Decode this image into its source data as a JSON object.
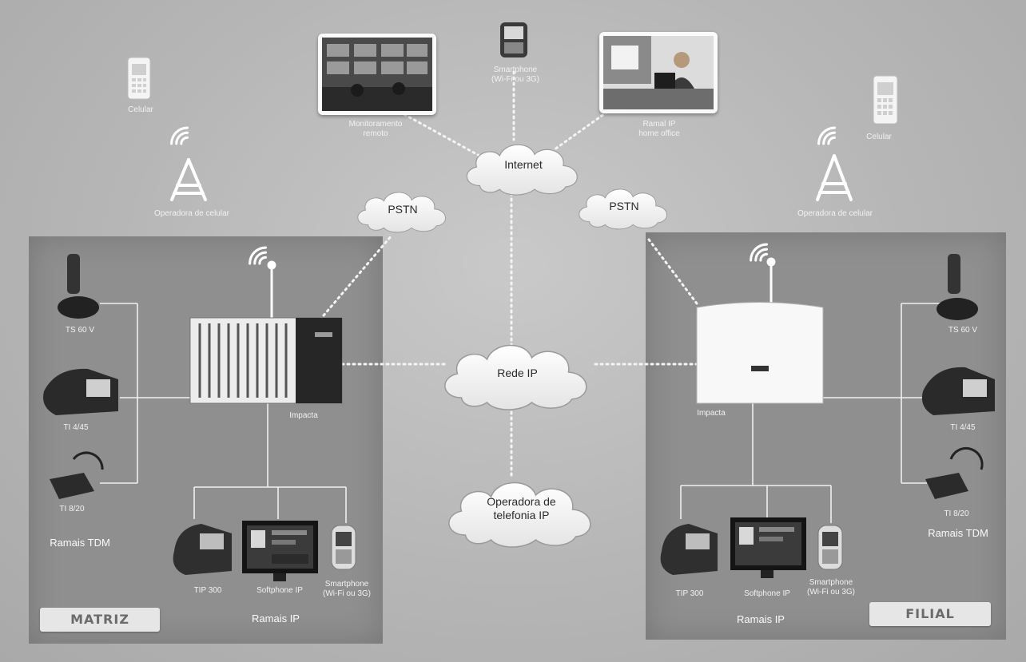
{
  "clouds": {
    "internet": "Internet",
    "pstn_left": "PSTN",
    "pstn_right": "PSTN",
    "rede_ip": "Rede IP",
    "operadora_ip_line1": "Operadora de",
    "operadora_ip_line2": "telefonia IP"
  },
  "top": {
    "celular_left": "Celular",
    "celular_right": "Celular",
    "operadora_celular_left": "Operadora de celular",
    "operadora_celular_right": "Operadora de celular",
    "monitoramento_line1": "Monitoramento",
    "monitoramento_line2": "remoto",
    "smartphone_line1": "Smartphone",
    "smartphone_line2": "(Wi-Fi ou 3G)",
    "ramal_remoto_line1": "Ramal IP",
    "ramal_remoto_line2": "home office"
  },
  "matriz": {
    "badge": "MATRIZ",
    "pbx_label": "Impacta",
    "ts_label": "TS 60 V",
    "ti_label": "TI 4/45",
    "headset_label": "TI 8/20",
    "ramais_tdm": "Ramais TDM",
    "tip_label": "TIP 300",
    "softphone_label": "Softphone IP",
    "smart_line1": "Smartphone",
    "smart_line2": "(Wi-Fi ou 3G)",
    "ramais_ip": "Ramais IP"
  },
  "filial": {
    "badge": "FILIAL",
    "pbx_label": "Impacta",
    "ts_label": "TS 60 V",
    "ti_label": "TI 4/45",
    "headset_label": "TI 8/20",
    "ramais_tdm": "Ramais TDM",
    "tip_label": "TIP 300",
    "softphone_label": "Softphone IP",
    "smart_line1": "Smartphone",
    "smart_line2": "(Wi-Fi ou 3G)",
    "ramais_ip": "Ramais IP"
  }
}
